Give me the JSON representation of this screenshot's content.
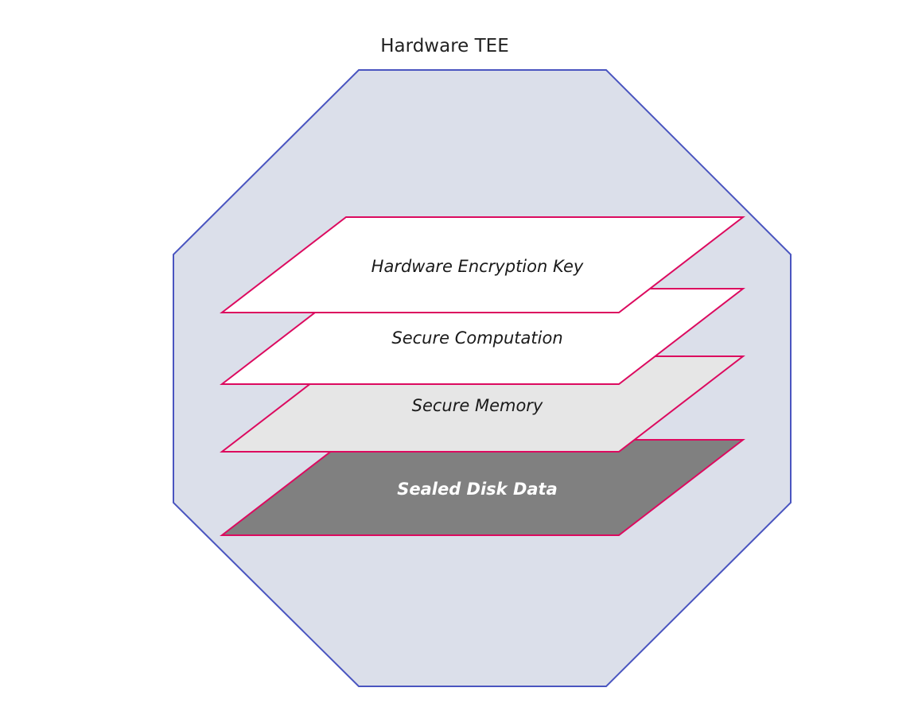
{
  "title": "Hardware TEE",
  "colors": {
    "tee_fill": "#dbdfea",
    "tee_stroke": "#4a55c0",
    "layer_stroke": "#dc0a5f"
  },
  "layers": [
    {
      "label": "Hardware Encryption Key",
      "fill": "#ffffff"
    },
    {
      "label": "Secure Computation",
      "fill": "#ffffff"
    },
    {
      "label": "Secure Memory",
      "fill": "#e6e6e6"
    },
    {
      "label": "Sealed Disk Data",
      "fill": "#808080"
    }
  ]
}
